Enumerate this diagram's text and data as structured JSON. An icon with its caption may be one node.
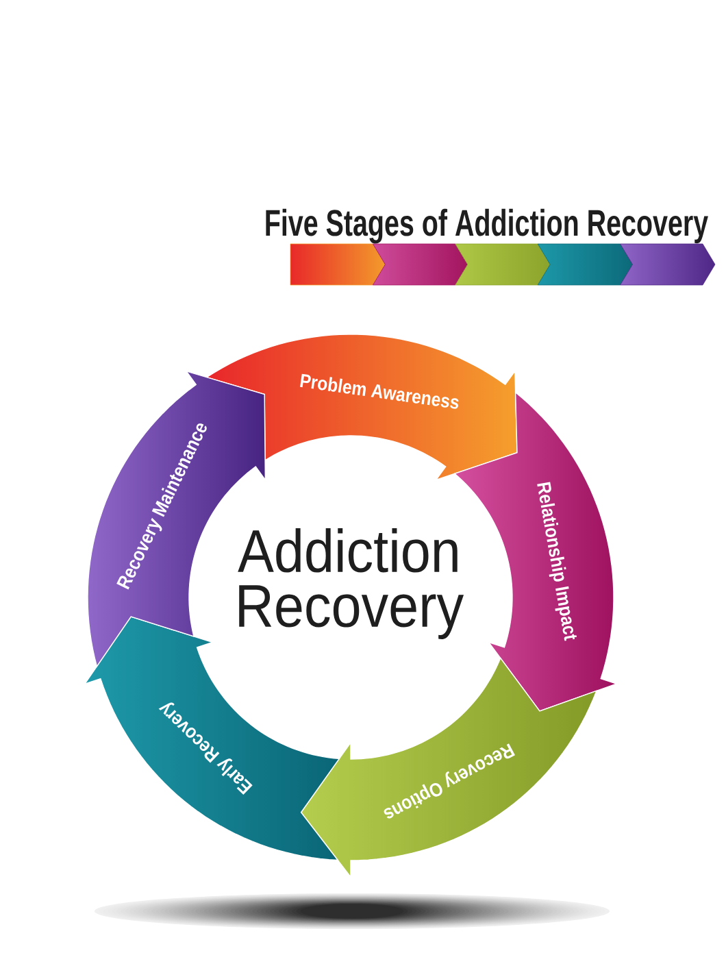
{
  "diagram": {
    "title": "Five Stages of Addiction Recovery",
    "nodes": [
      {
        "text": [],
        "shape": "chevron"
      },
      {
        "text": [],
        "shape": "chevron"
      },
      {
        "text": [],
        "shape": "chevron"
      },
      {
        "text": [],
        "shape": "chevron"
      },
      {
        "text": [],
        "shape": "chevron"
      },
      {
        "text": [
          "Problem Awareness"
        ]
      },
      {
        "text": [
          "Relationship Impact"
        ]
      },
      {
        "text": [
          "Recovery Options"
        ]
      },
      {
        "text": [
          "Early Recovery"
        ]
      },
      {
        "text": [
          "Recovery Maintenance"
        ]
      }
    ],
    "labels": [
      "Addiction Recovery"
    ]
  }
}
